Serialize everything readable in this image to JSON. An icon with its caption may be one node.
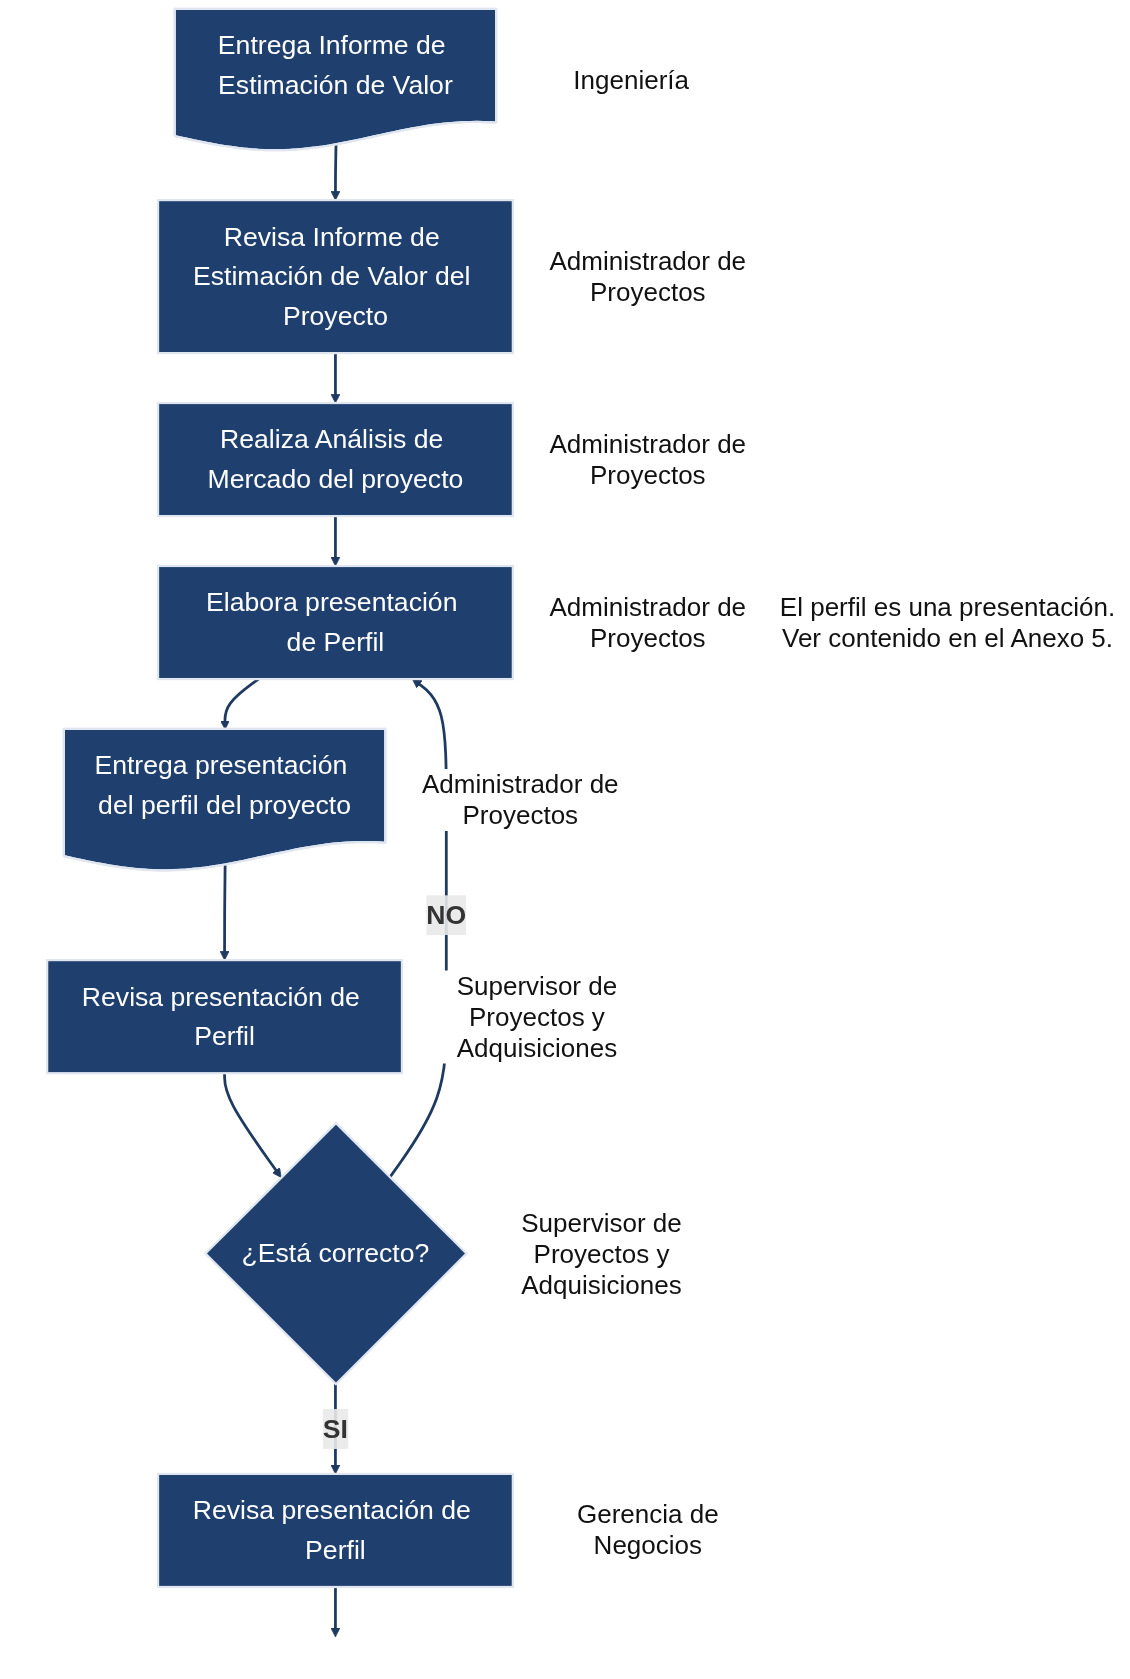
{
  "diagram": {
    "nodes": [
      {
        "text": [
          "Entrega Informe de Estimación de Valor"
        ],
        "beside": [
          "Ingeniería"
        ]
      },
      {
        "text": [
          "Revisa Informe de Estimación de Valor del Proyecto"
        ],
        "beside": [
          "Administrador de Proyectos"
        ]
      },
      {
        "text": [
          "Realiza Análisis de Mercado del proyecto"
        ],
        "beside": [
          "Administrador de Proyectos"
        ]
      },
      {
        "text": [
          "Elabora presentación de Perfil"
        ],
        "beside": [
          "Administrador de Proyectos"
        ]
      },
      {
        "text": [
          "Entrega presentación del perfil del proyecto"
        ],
        "beside": [
          "Administrador de Proyectos"
        ]
      },
      {
        "text": [
          "Revisa presentación de Perfil"
        ],
        "beside": [
          "Supervisor de Proyectos y Adquisiciones"
        ]
      },
      {
        "text": [
          "¿Está correcto?"
        ],
        "beside": [
          "Supervisor de Proyectos y Adquisiciones"
        ]
      },
      {
        "text": [
          "Revisa presentación de Perfil"
        ],
        "beside": [
          "Gerencia de Negocios"
        ]
      }
    ],
    "edges": [
      {
        "from": 0,
        "to": 1,
        "arrow": "to"
      },
      {
        "from": 1,
        "to": 2,
        "arrow": "to"
      },
      {
        "from": 2,
        "to": 3,
        "arrow": "to"
      },
      {
        "from": 3,
        "to": 4,
        "arrow": "to"
      },
      {
        "from": 4,
        "to": 5,
        "arrow": "to"
      },
      {
        "from": 5,
        "to": 6,
        "arrow": "to"
      },
      {
        "from": 6,
        "to": 3,
        "arrow": "to",
        "label": "NO"
      },
      {
        "from": 6,
        "to": 7,
        "arrow": "to",
        "label": "SI"
      },
      {
        "from": 7,
        "to": null,
        "arrow": "to"
      }
    ],
    "labels": [
      "El perfil es una presentación. Ver contenido en el Anexo 5."
    ]
  }
}
